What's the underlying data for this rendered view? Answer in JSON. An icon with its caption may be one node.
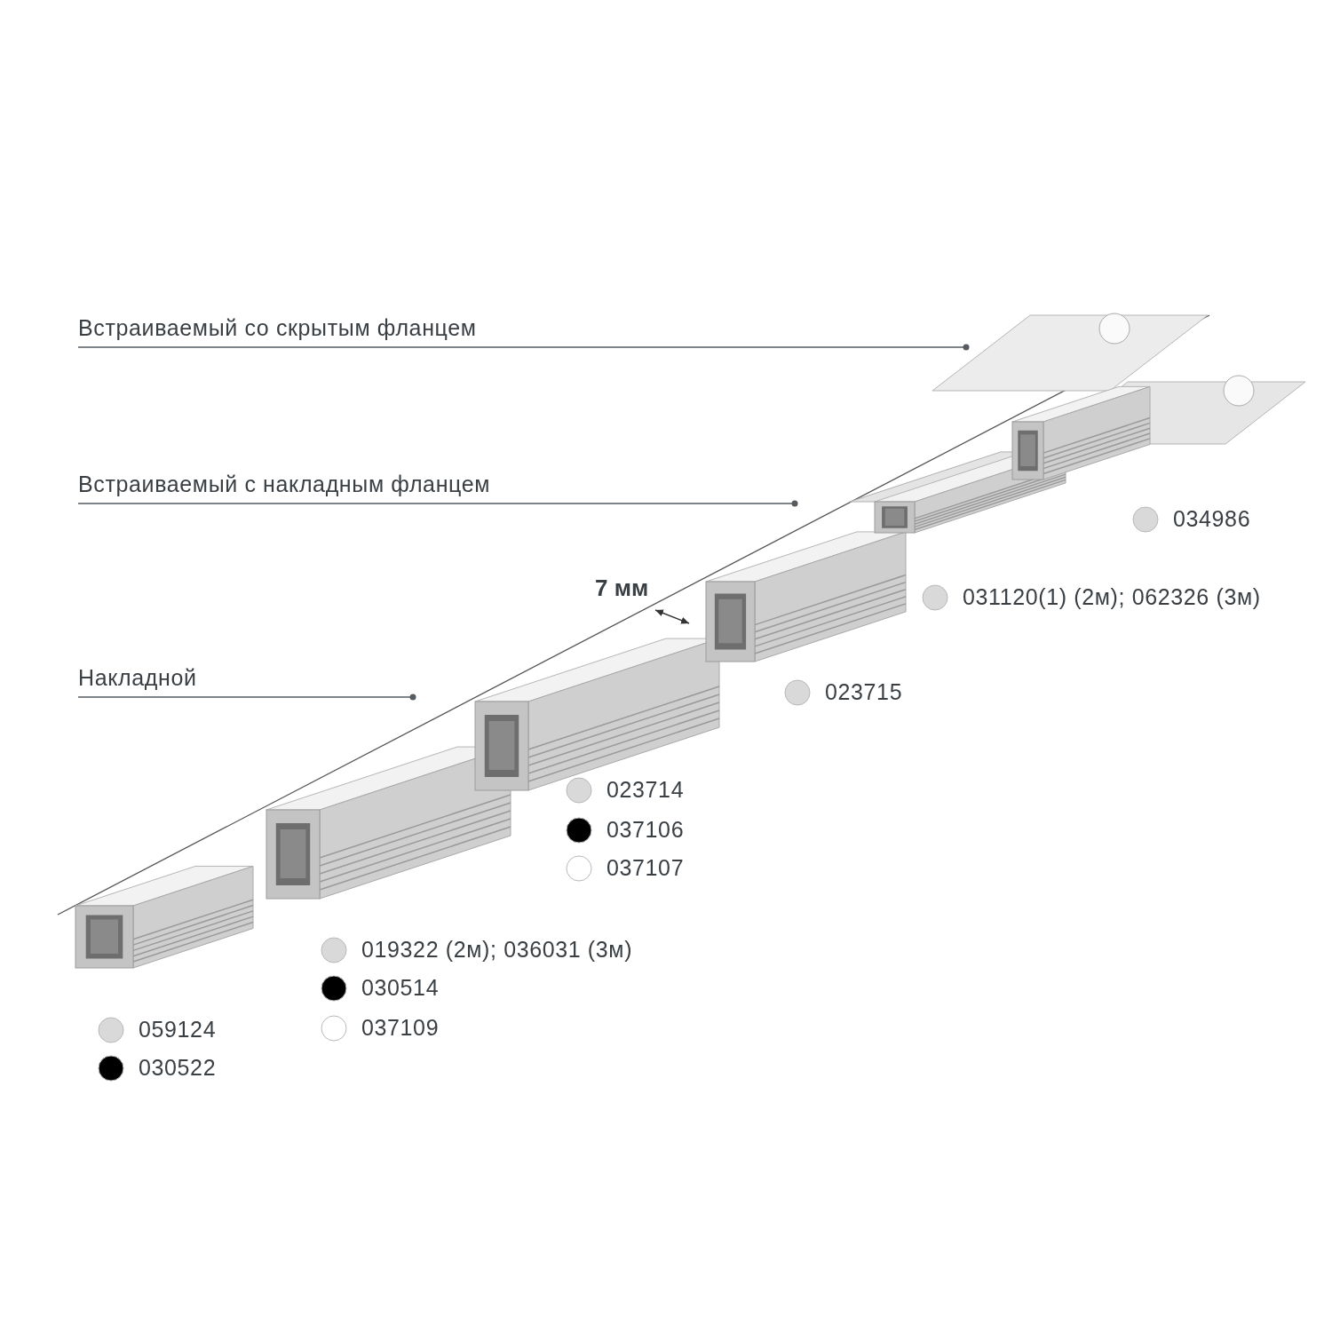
{
  "diagram": {
    "nodes": [
      {
        "text": [
          "Встраиваемый со скрытым фланцем"
        ]
      },
      {
        "text": [
          "Встраиваемый с накладным фланцем"
        ]
      },
      {
        "text": [
          "Накладной"
        ]
      }
    ],
    "edges": [
      {
        "from": 0,
        "to": null,
        "arrow": "other"
      },
      {
        "from": 1,
        "to": null,
        "arrow": "other"
      },
      {
        "from": 2,
        "to": null,
        "arrow": "other"
      }
    ],
    "labels": [
      "7 мм"
    ],
    "legend": [
      {
        "text": "034986",
        "color": "#d9d9d9"
      },
      {
        "text": "031120(1) (2м); 062326 (3м)",
        "color": "#d9d9d9"
      },
      {
        "text": "023715",
        "color": "#d9d9d9"
      },
      {
        "text": "023714",
        "color": "#d9d9d9"
      },
      {
        "text": "037106",
        "color": "#000000"
      },
      {
        "text": "037107",
        "color": "#ffffff"
      },
      {
        "text": "019322 (2м); 036031 (3м)",
        "color": "#d9d9d9"
      },
      {
        "text": "030514",
        "color": "#000000"
      },
      {
        "text": "037109",
        "color": "#ffffff"
      },
      {
        "text": "059124",
        "color": "#d9d9d9"
      },
      {
        "text": "030522",
        "color": "#000000"
      }
    ]
  }
}
